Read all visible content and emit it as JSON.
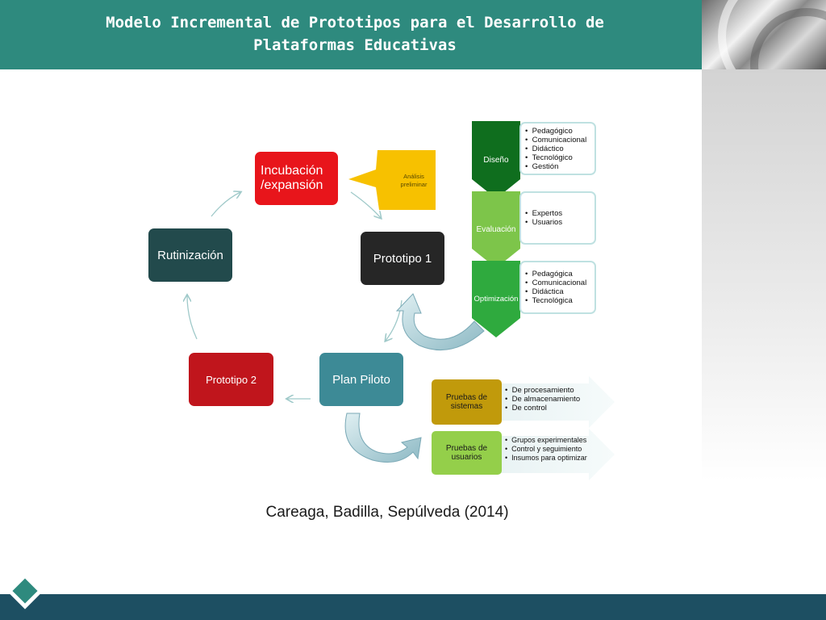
{
  "title": "Modelo Incremental de Prototipos para el Desarrollo de Plataformas Educativas",
  "cycle": {
    "incubacion": "Incubación /expansión",
    "analisis": "Análisis preliminar",
    "prototipo1": "Prototipo 1",
    "plan_piloto": "Plan Piloto",
    "prototipo2": "Prototipo 2",
    "rutinizacion": "Rutinización"
  },
  "stages": [
    {
      "label": "Diseño",
      "items": [
        "Pedagógico",
        "Comunicacional",
        "Didáctico",
        "Tecnológico",
        "Gestión"
      ]
    },
    {
      "label": "Evaluación",
      "items": [
        "Expertos",
        "Usuarios"
      ]
    },
    {
      "label": "Optimización",
      "items": [
        "Pedagógica",
        "Comunicacional",
        "Didáctica",
        "Tecnológica"
      ]
    }
  ],
  "tests": [
    {
      "label": "Pruebas de sistemas",
      "items": [
        "De procesamiento",
        "De almacenamiento",
        "De control"
      ]
    },
    {
      "label": "Pruebas de usuarios",
      "items": [
        "Grupos experimentales",
        "Control y seguimiento",
        "Insumos para optimizar"
      ]
    }
  ],
  "citation": "Careaga, Badilla, Sepúlveda (2014)",
  "colors": {
    "header": "#2e8a7e",
    "footer": "#1d4f62",
    "red": "#e8151b",
    "dark": "#262626",
    "teal_box": "#3d8a96",
    "dark_red": "#c0151c",
    "dark_teal": "#224a4c",
    "yellow": "#f7c100",
    "green_dark": "#0f6e1e",
    "green_mid": "#7dc54a",
    "green_light": "#2faa3e",
    "gold": "#c19a0b",
    "light_green": "#94cf4a"
  }
}
